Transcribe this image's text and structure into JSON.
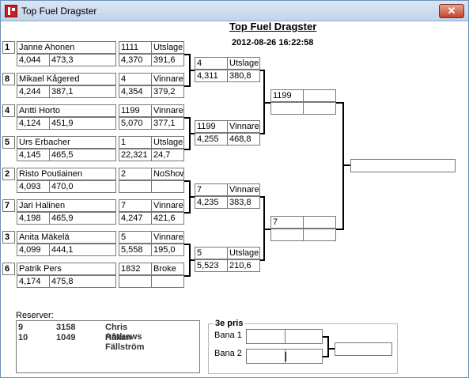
{
  "window": {
    "title": "Top Fuel Dragster",
    "close_label": "✕"
  },
  "header": {
    "title": "Top Fuel Dragster",
    "datetime": "2012-08-26 16:22:58"
  },
  "round1": [
    {
      "seed": "1",
      "name": "Janne Ahonen",
      "time": "4,044",
      "speed": "473,3"
    },
    {
      "seed": "8",
      "name": "Mikael Kågered",
      "time": "4,244",
      "speed": "387,1"
    },
    {
      "seed": "4",
      "name": "Antti Horto",
      "time": "4,124",
      "speed": "451,9"
    },
    {
      "seed": "5",
      "name": "Urs Erbacher",
      "time": "4,145",
      "speed": "465,5"
    },
    {
      "seed": "2",
      "name": "Risto Poutiainen",
      "time": "4,093",
      "speed": "470,0"
    },
    {
      "seed": "7",
      "name": "Jari Halinen",
      "time": "4,198",
      "speed": "465,9"
    },
    {
      "seed": "3",
      "name": "Anita Mäkelä",
      "time": "4,099",
      "speed": "444,1"
    },
    {
      "seed": "6",
      "name": "Patrik Pers",
      "time": "4,174",
      "speed": "475,8"
    }
  ],
  "round1_results": [
    {
      "num": "1111",
      "status": "Utslager",
      "time": "4,370",
      "speed": "391,6"
    },
    {
      "num": "4",
      "status": "Vinnare",
      "time": "4,354",
      "speed": "379,2"
    },
    {
      "num": "1199",
      "status": "Vinnare",
      "time": "5,070",
      "speed": "377,1"
    },
    {
      "num": "1",
      "status": "Utslager",
      "time": "22,321",
      "speed": "24,7"
    },
    {
      "num": "2",
      "status": "NoShow",
      "time": "",
      "speed": ""
    },
    {
      "num": "7",
      "status": "Vinnare",
      "time": "4,247",
      "speed": "421,6"
    },
    {
      "num": "5",
      "status": "Vinnare",
      "time": "5,558",
      "speed": "195,0"
    },
    {
      "num": "1832",
      "status": "Broke",
      "time": "",
      "speed": ""
    }
  ],
  "round2": [
    {
      "num": "4",
      "status": "Utslager",
      "time": "4,311",
      "speed": "380,8"
    },
    {
      "num": "1199",
      "status": "Vinnare",
      "time": "4,255",
      "speed": "468,8"
    },
    {
      "num": "7",
      "status": "Vinnare",
      "time": "4,235",
      "speed": "383,8"
    },
    {
      "num": "5",
      "status": "Utslager",
      "time": "5,523",
      "speed": "210,6"
    }
  ],
  "semifinals": [
    {
      "num": "1199"
    },
    {
      "num": "7"
    }
  ],
  "reserves": {
    "label": "Reserver:",
    "rows": [
      {
        "pos": "9",
        "num": "3158",
        "name": "Chris Andrews"
      },
      {
        "pos": "10",
        "num": "1049",
        "name": "Håkan Fällström"
      }
    ]
  },
  "third_place": {
    "label": "3e pris",
    "lane1": "Bana 1",
    "lane2": "Bana 2"
  }
}
